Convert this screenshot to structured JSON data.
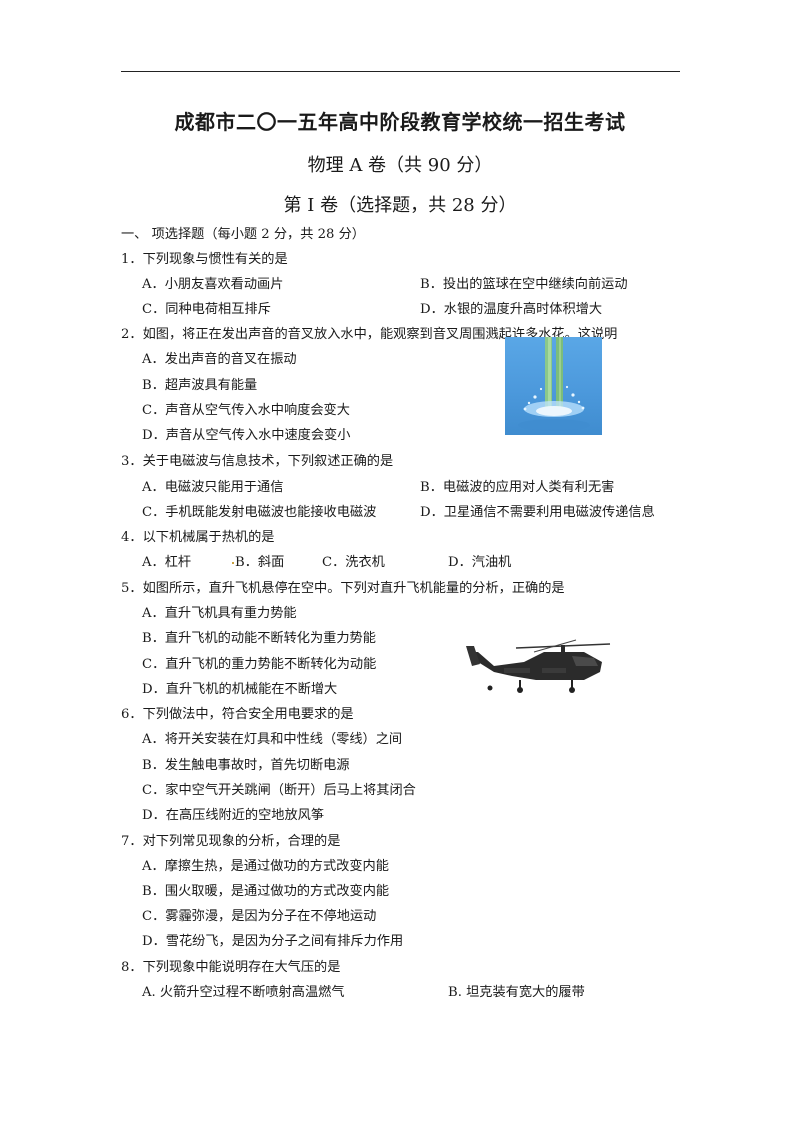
{
  "header": {
    "title": "成都市二〇一五年高中阶段教育学校统一招生考试",
    "subtitle": "物理 A 卷（共 90 分）",
    "part": "第 I  卷（选择题，共 28  分）"
  },
  "section": {
    "label": "一、     项选择题（每小题 2 分，共 28 分）"
  },
  "questions": [
    {
      "stem": "1．下列现象与惯性有关的是",
      "options": {
        "a": "A．小朋友喜欢看动画片",
        "b": "B．投出的篮球在空中继续向前运动",
        "c": "C．同种电荷相互排斥",
        "d": "D．水银的温度升高时体积增大"
      }
    },
    {
      "stem": "2．如图，将正在发出声音的音叉放入水中，能观察到音叉周围溅起许多水花。这说明",
      "options": {
        "a": "A．发出声音的音叉在振动",
        "b": "B．超声波具有能量",
        "c": "C．声音从空气传入水中响度会变大",
        "d": "D．声音从空气传入水中速度会变小"
      }
    },
    {
      "stem": "3．关于电磁波与信息技术，下列叙述正确的是",
      "options": {
        "a": "A．电磁波只能用于通信",
        "b": "B．电磁波的应用对人类有利无害",
        "c": "C．手机既能发射电磁波也能接收电磁波",
        "d": "D．卫星通信不需要利用电磁波传递信息"
      }
    },
    {
      "stem": "4．以下机械属于热机的是",
      "options": {
        "a": "A．杠杆",
        "b": "B．斜面",
        "c": "C．洗衣机",
        "d": "D．汽油机"
      }
    },
    {
      "stem": "5．如图所示，直升飞机悬停在空中。下列对直升飞机能量的分析，正确的是",
      "options": {
        "a": "A．直升飞机具有重力势能",
        "b": "B．直升飞机的动能不断转化为重力势能",
        "c": "C．直升飞机的重力势能不断转化为动能",
        "d": "D．直升飞机的机械能在不断增大"
      }
    },
    {
      "stem": "6．下列做法中，符合安全用电要求的是",
      "options": {
        "a": "A．将开关安装在灯具和中性线（零线）之间",
        "b": "B．发生触电事故时，首先切断电源",
        "c": "C．家中空气开关跳闸（断开）后马上将其闭合",
        "d": "D．在高压线附近的空地放风筝"
      }
    },
    {
      "stem": "7．对下列常见现象的分析，合理的是",
      "options": {
        "a": "A．摩擦生热，是通过做功的方式改变内能",
        "b": "B．围火取暖，是通过做功的方式改变内能",
        "c": "C．雾霾弥漫，是因为分子在不停地运动",
        "d": "D．雪花纷飞，是因为分子之间有排斥力作用"
      }
    },
    {
      "stem": "8．下列现象中能说明存在大气压的是",
      "options": {
        "a": "A. 火箭升空过程不断喷射高温燃气",
        "b": "B. 坦克装有宽大的履带"
      }
    }
  ]
}
